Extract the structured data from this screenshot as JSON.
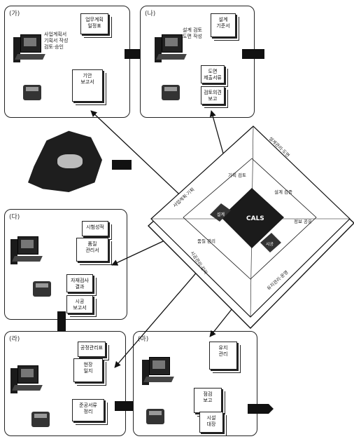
{
  "panels": {
    "top_left": {
      "title": "(가)",
      "note": "사업계획서\n기획서 작성\n검토·승인",
      "doc_top": "업무계획\n일정표",
      "doc_mid": "기안\n보고서",
      "tag": ""
    },
    "top_right": {
      "title": "(나)",
      "note": "설계 검토\n도면 작성",
      "doc_top": "설계\n기준서",
      "doc_mid": "도면\n제출서류",
      "doc_bot": "검토의견\n보고",
      "tag": ""
    },
    "mid_left": {
      "title": "(다)",
      "doc_top": "시험성적",
      "doc_mid": "품질\n관리서",
      "doc_bot": "자재검사\n결과",
      "doc_bot2": "시공\n보고서"
    },
    "bottom_left": {
      "title": "(라)",
      "doc_top": "공정관리표",
      "doc_mid": "현장\n일지",
      "doc_bot": "준공서류\n정리",
      "tag": ""
    },
    "bottom_right": {
      "title": "(마)",
      "doc_top": "유지\n관리",
      "doc_mid": "점검\n보고",
      "doc_bot": "시설\n대장",
      "tag": ""
    }
  },
  "center_tag": "",
  "diamond": {
    "core_label": "CALS",
    "left_label": "설계",
    "right_label": "시공",
    "top_left_edge": "사업계획·기획",
    "top_right_edge": "설계관리·도면",
    "bottom_left_edge": "시공관리·감리",
    "bottom_right_edge": "유지관리·운영",
    "inner_notes": [
      "기획 검토",
      "설계 검증",
      "품질 관리",
      "정보 공유"
    ]
  }
}
